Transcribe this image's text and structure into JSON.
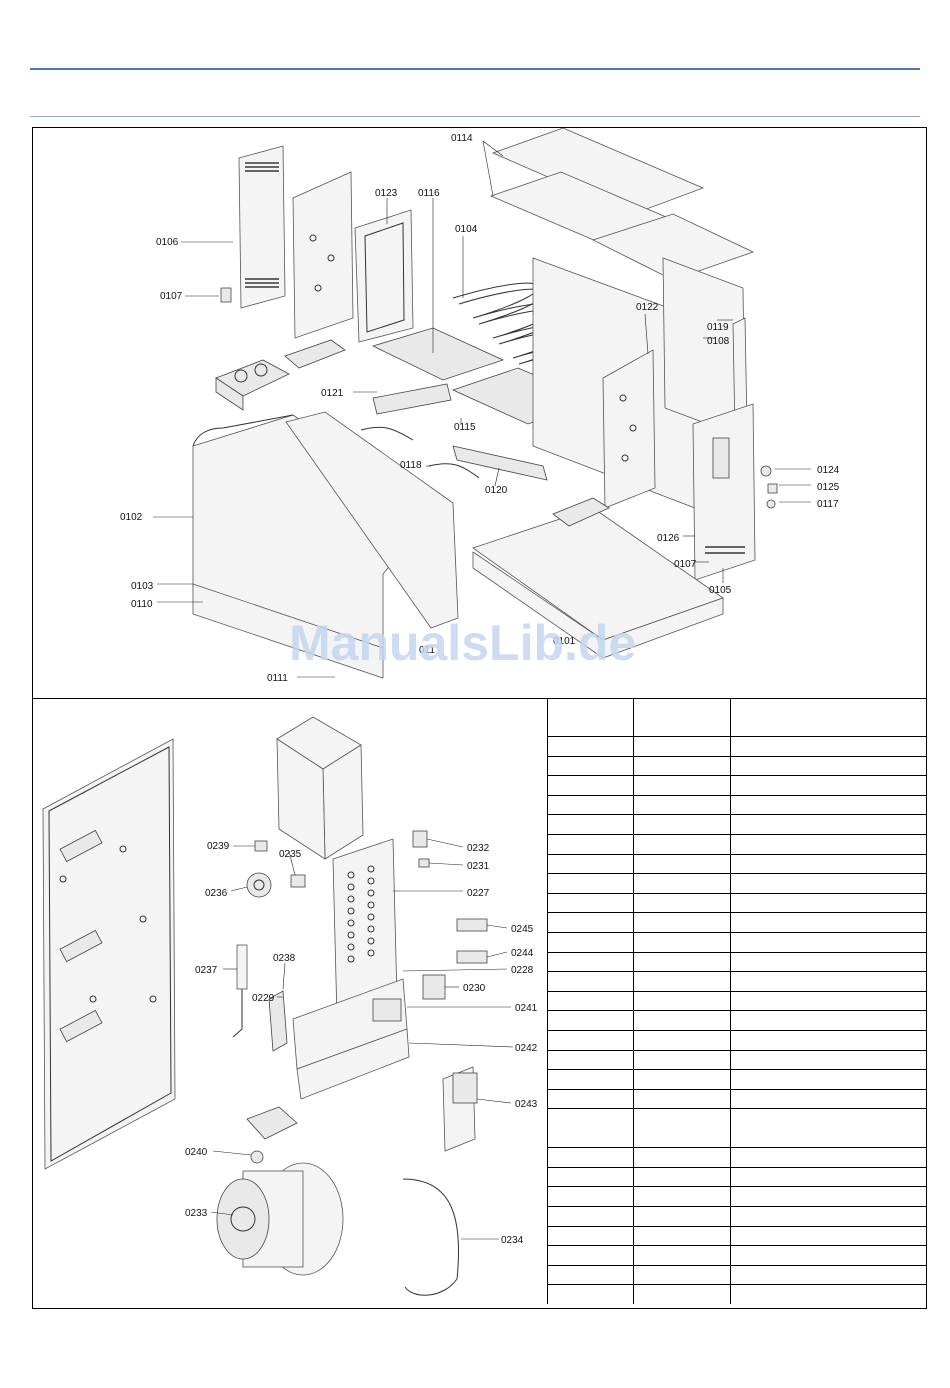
{
  "watermark": "ManualsLib.de",
  "top_callouts": [
    "0114",
    "0123",
    "0116",
    "0104",
    "0106",
    "0107",
    "0122",
    "0119",
    "0108",
    "0121",
    "0115",
    "0118",
    "0120",
    "0124",
    "0125",
    "0117",
    "0102",
    "0126",
    "0107",
    "0105",
    "0103",
    "0110",
    "0111",
    "011",
    "0101"
  ],
  "bottom_callouts": [
    "0239",
    "0235",
    "0232",
    "0231",
    "0236",
    "0227",
    "0245",
    "0244",
    "0228",
    "0237",
    "0238",
    "0229",
    "0230",
    "0241",
    "0242",
    "0243",
    "0240",
    "0233",
    "0234"
  ],
  "table_rows": 29
}
